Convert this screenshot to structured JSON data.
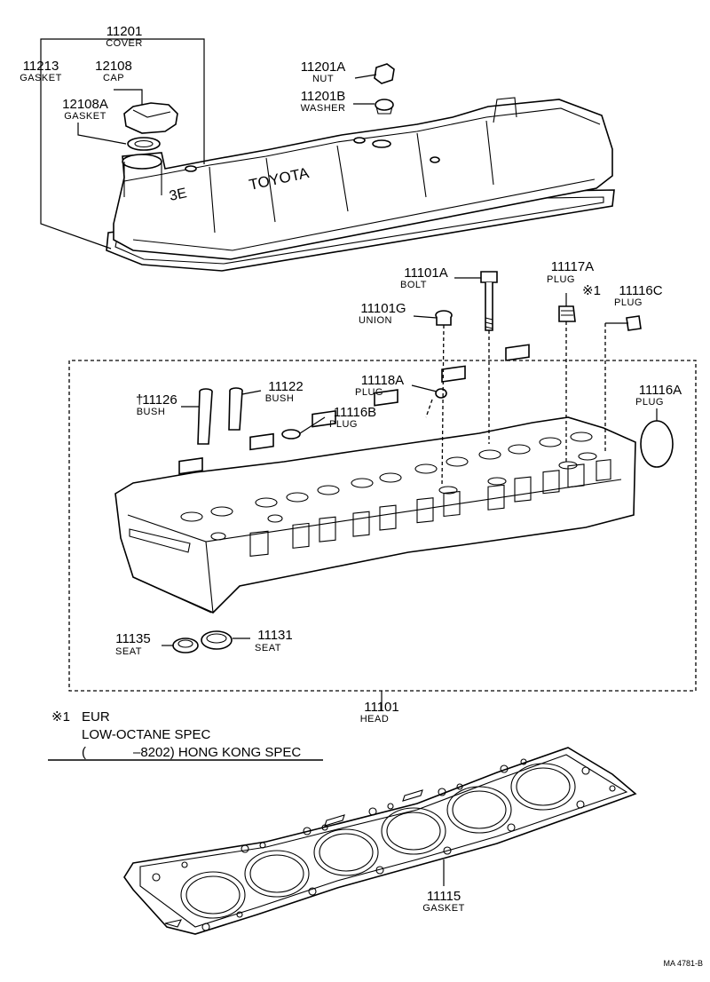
{
  "parts": [
    {
      "id": "11201",
      "part_no": "11201",
      "name": "COVER"
    },
    {
      "id": "11213",
      "part_no": "11213",
      "name": "GASKET"
    },
    {
      "id": "12108",
      "part_no": "12108",
      "name": "CAP"
    },
    {
      "id": "12108A",
      "part_no": "12108A",
      "name": "GASKET"
    },
    {
      "id": "11201A",
      "part_no": "11201A",
      "name": "NUT"
    },
    {
      "id": "11201B",
      "part_no": "11201B",
      "name": "WASHER"
    },
    {
      "id": "11101A",
      "part_no": "11101A",
      "name": "BOLT"
    },
    {
      "id": "11117A",
      "part_no": "11117A",
      "name": "PLUG"
    },
    {
      "id": "11116C",
      "part_no": "11116C",
      "name": "PLUG",
      "prefix": "※1"
    },
    {
      "id": "11101G",
      "part_no": "11101G",
      "name": "UNION"
    },
    {
      "id": "11118A",
      "part_no": "11118A",
      "name": "PLUG"
    },
    {
      "id": "11126",
      "part_no": "11126",
      "name": "BUSH",
      "prefix": "†"
    },
    {
      "id": "11122",
      "part_no": "11122",
      "name": "BUSH"
    },
    {
      "id": "11116B",
      "part_no": "11116B",
      "name": "PLUG"
    },
    {
      "id": "11116A",
      "part_no": "11116A",
      "name": "PLUG"
    },
    {
      "id": "11135",
      "part_no": "11135",
      "name": "SEAT"
    },
    {
      "id": "11131",
      "part_no": "11131",
      "name": "SEAT"
    },
    {
      "id": "11101",
      "part_no": "11101",
      "name": "HEAD"
    },
    {
      "id": "11115",
      "part_no": "11115",
      "name": "GASKET"
    }
  ],
  "cover_logo": "TOYOTA",
  "note": {
    "marker": "※1",
    "line1": "EUR",
    "line2": "LOW-OCTANE SPEC",
    "line3_open": "(",
    "line3_rest": "–8202) HONG KONG SPEC"
  },
  "diagram_code": "MA 4781-B"
}
